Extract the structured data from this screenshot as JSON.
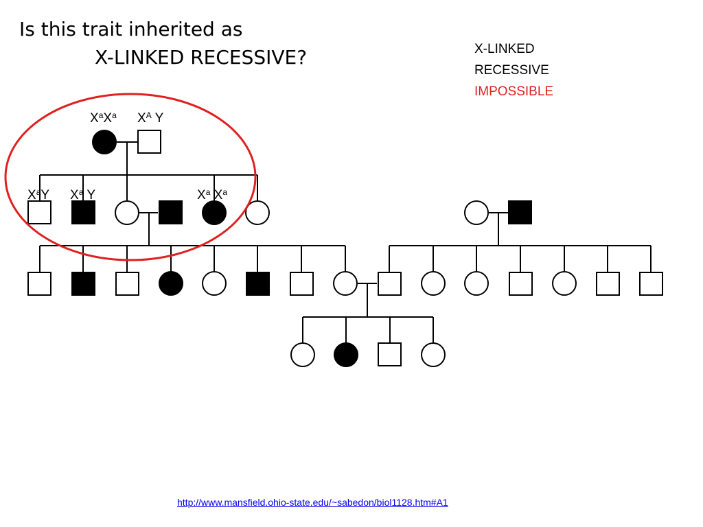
{
  "title": {
    "line1": "Is this trait inherited as",
    "line2": "X-LINKED RECESSIVE?"
  },
  "verdict": {
    "line1": "X-LINKED",
    "line2": "RECESSIVE",
    "line3": "IMPOSSIBLE",
    "line3_color": "#e02020"
  },
  "genotypes": {
    "gen1_mother": {
      "x1": "X",
      "a1": "a",
      "x2": "X",
      "a2": "a"
    },
    "gen1_father": {
      "x": "X",
      "a": "A",
      "y": "Y"
    },
    "gen2_son1": {
      "x": "X",
      "a": "a",
      "y": "Y"
    },
    "gen2_son2": {
      "x": "X",
      "a": "a",
      "y": "Y"
    },
    "gen2_daughter": {
      "x1": "X",
      "a1": "a",
      "x2": "X",
      "a2": "a"
    }
  },
  "colors": {
    "highlight_circle": "#e02020",
    "link": "#0000ee",
    "affected": "#000000",
    "unaffected": "#ffffff"
  },
  "source_url": "http://www.mansfield.ohio-state.edu/~sabedon/biol1128.htm#A1"
}
